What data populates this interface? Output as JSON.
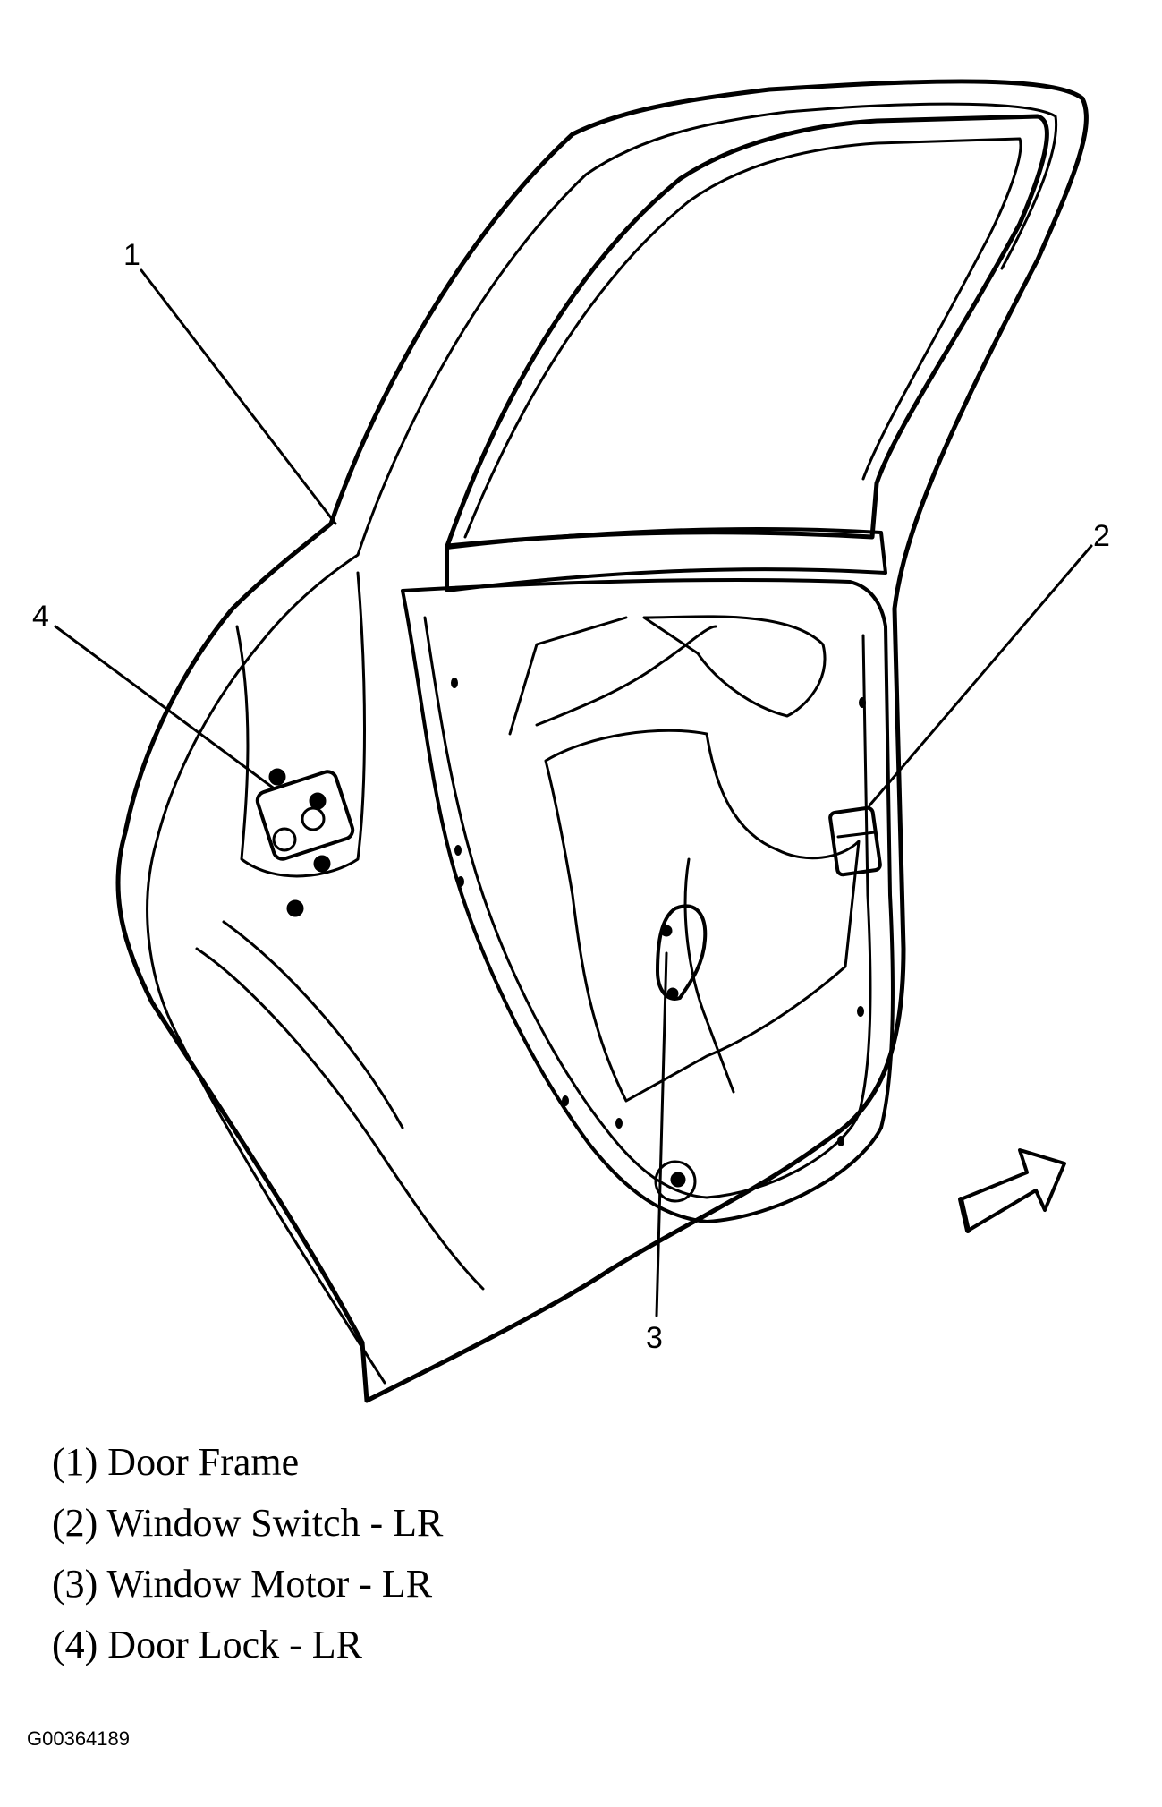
{
  "callouts": [
    "1",
    "2",
    "3",
    "4"
  ],
  "legend": [
    "(1) Door Frame",
    "(2) Window Switch - LR",
    "(3) Window Motor - LR",
    "(4) Door Lock - LR"
  ],
  "figure_id": "G00364189",
  "colors": {
    "ink": "#000000",
    "paper": "#ffffff"
  }
}
